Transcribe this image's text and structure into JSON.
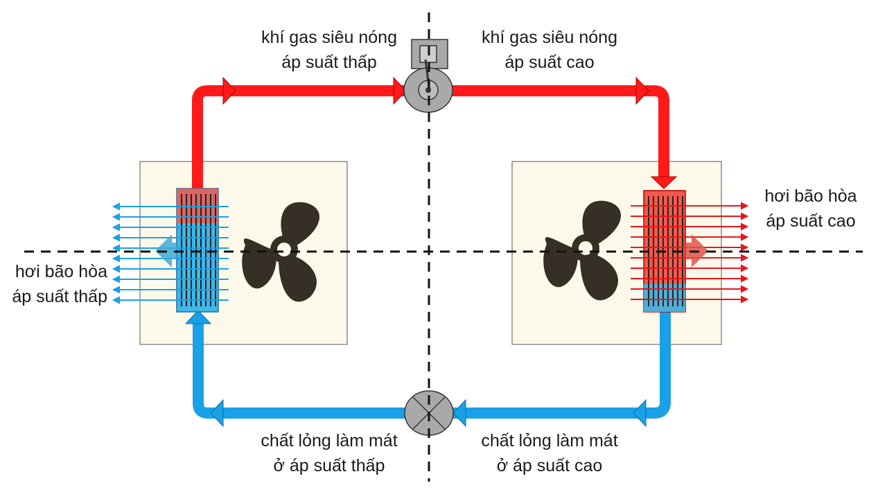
{
  "labels": {
    "top_left": {
      "line1": "khí gas siêu nóng",
      "line2": "áp suất thấp"
    },
    "top_right": {
      "line1": "khí gas siêu nóng",
      "line2": "áp suất cao"
    },
    "right": {
      "line1": "hơi bão hòa",
      "line2": "áp suất cao"
    },
    "left": {
      "line1": "hơi bão hòa",
      "line2": "áp suất thấp"
    },
    "bottom_left": {
      "line1": "chất lỏng làm mát",
      "line2": "ở áp suất thấp"
    },
    "bottom_right": {
      "line1": "chất lỏng làm mát",
      "line2": "ở áp suất cao"
    }
  },
  "colors": {
    "hot": "#ff1a1a",
    "cold": "#1aa0e6",
    "unit_bg": "#fcf9ea",
    "fan": "#362f26",
    "device": "#a9a9a9"
  },
  "icons": {
    "compressor": "compressor-icon",
    "expansion_valve": "expansion-valve-icon",
    "fan": "fan-icon"
  }
}
